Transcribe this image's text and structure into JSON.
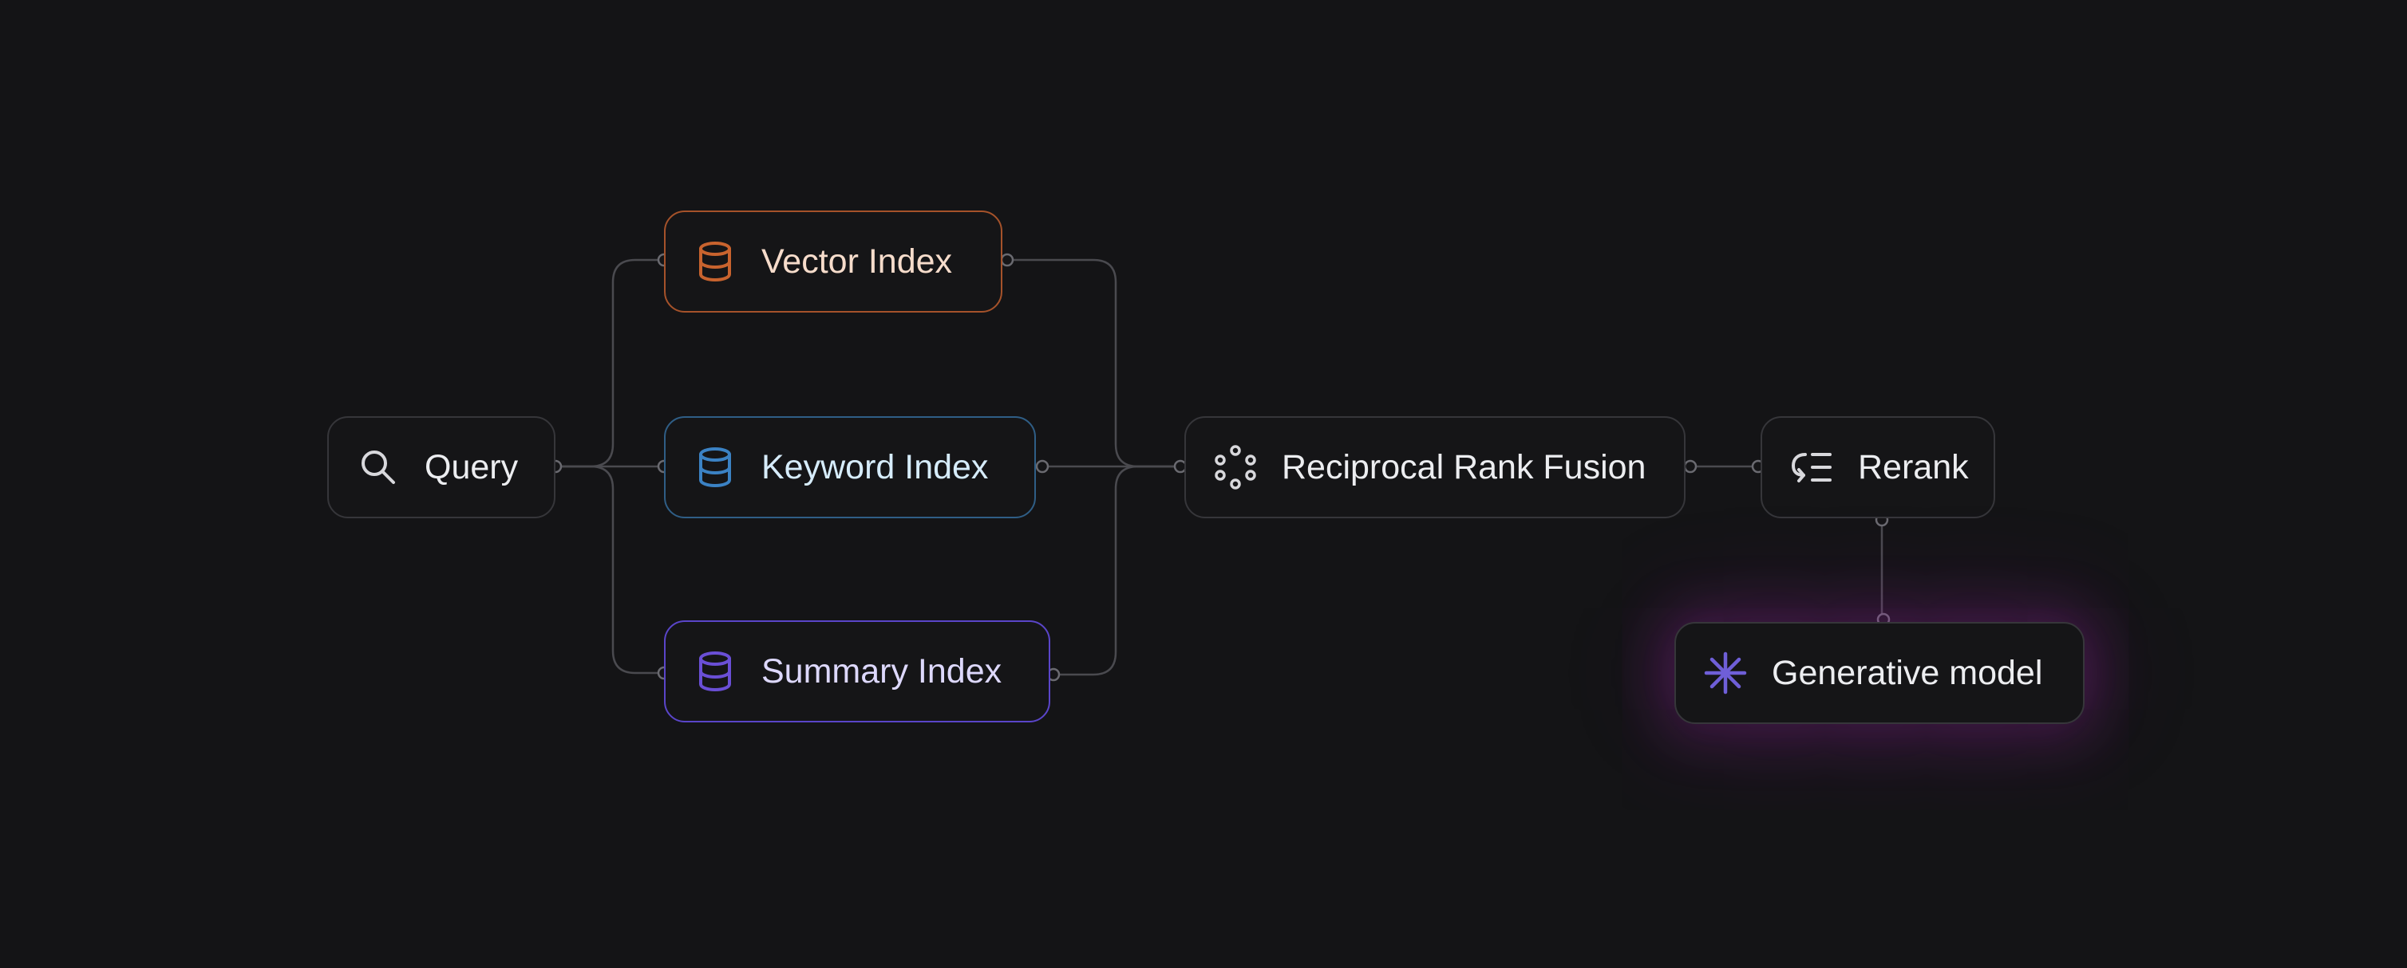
{
  "diagram": {
    "nodes": {
      "query": {
        "label": "Query",
        "icon": "search-icon"
      },
      "vector": {
        "label": "Vector Index",
        "icon": "database-icon",
        "color": "#c8632e"
      },
      "keyword": {
        "label": "Keyword Index",
        "icon": "database-icon",
        "color": "#3b82c4"
      },
      "summary": {
        "label": "Summary Index",
        "icon": "database-icon",
        "color": "#6a4fd6"
      },
      "rrf": {
        "label": "Reciprocal Rank Fusion",
        "icon": "fusion-dots-icon"
      },
      "rerank": {
        "label": "Rerank",
        "icon": "rerank-list-icon"
      },
      "gen": {
        "label": "Generative model",
        "icon": "sparkle-icon",
        "color": "#6f5fd8"
      }
    },
    "edges": [
      {
        "from": "query",
        "to": "vector"
      },
      {
        "from": "query",
        "to": "keyword"
      },
      {
        "from": "query",
        "to": "summary"
      },
      {
        "from": "vector",
        "to": "rrf"
      },
      {
        "from": "keyword",
        "to": "rrf"
      },
      {
        "from": "summary",
        "to": "rrf"
      },
      {
        "from": "rrf",
        "to": "rerank"
      },
      {
        "from": "rerank",
        "to": "gen"
      }
    ],
    "colors": {
      "background": "#141416",
      "edge": "#4a4a4f",
      "node_border": "#36363a",
      "glow": "#a028b4"
    }
  }
}
